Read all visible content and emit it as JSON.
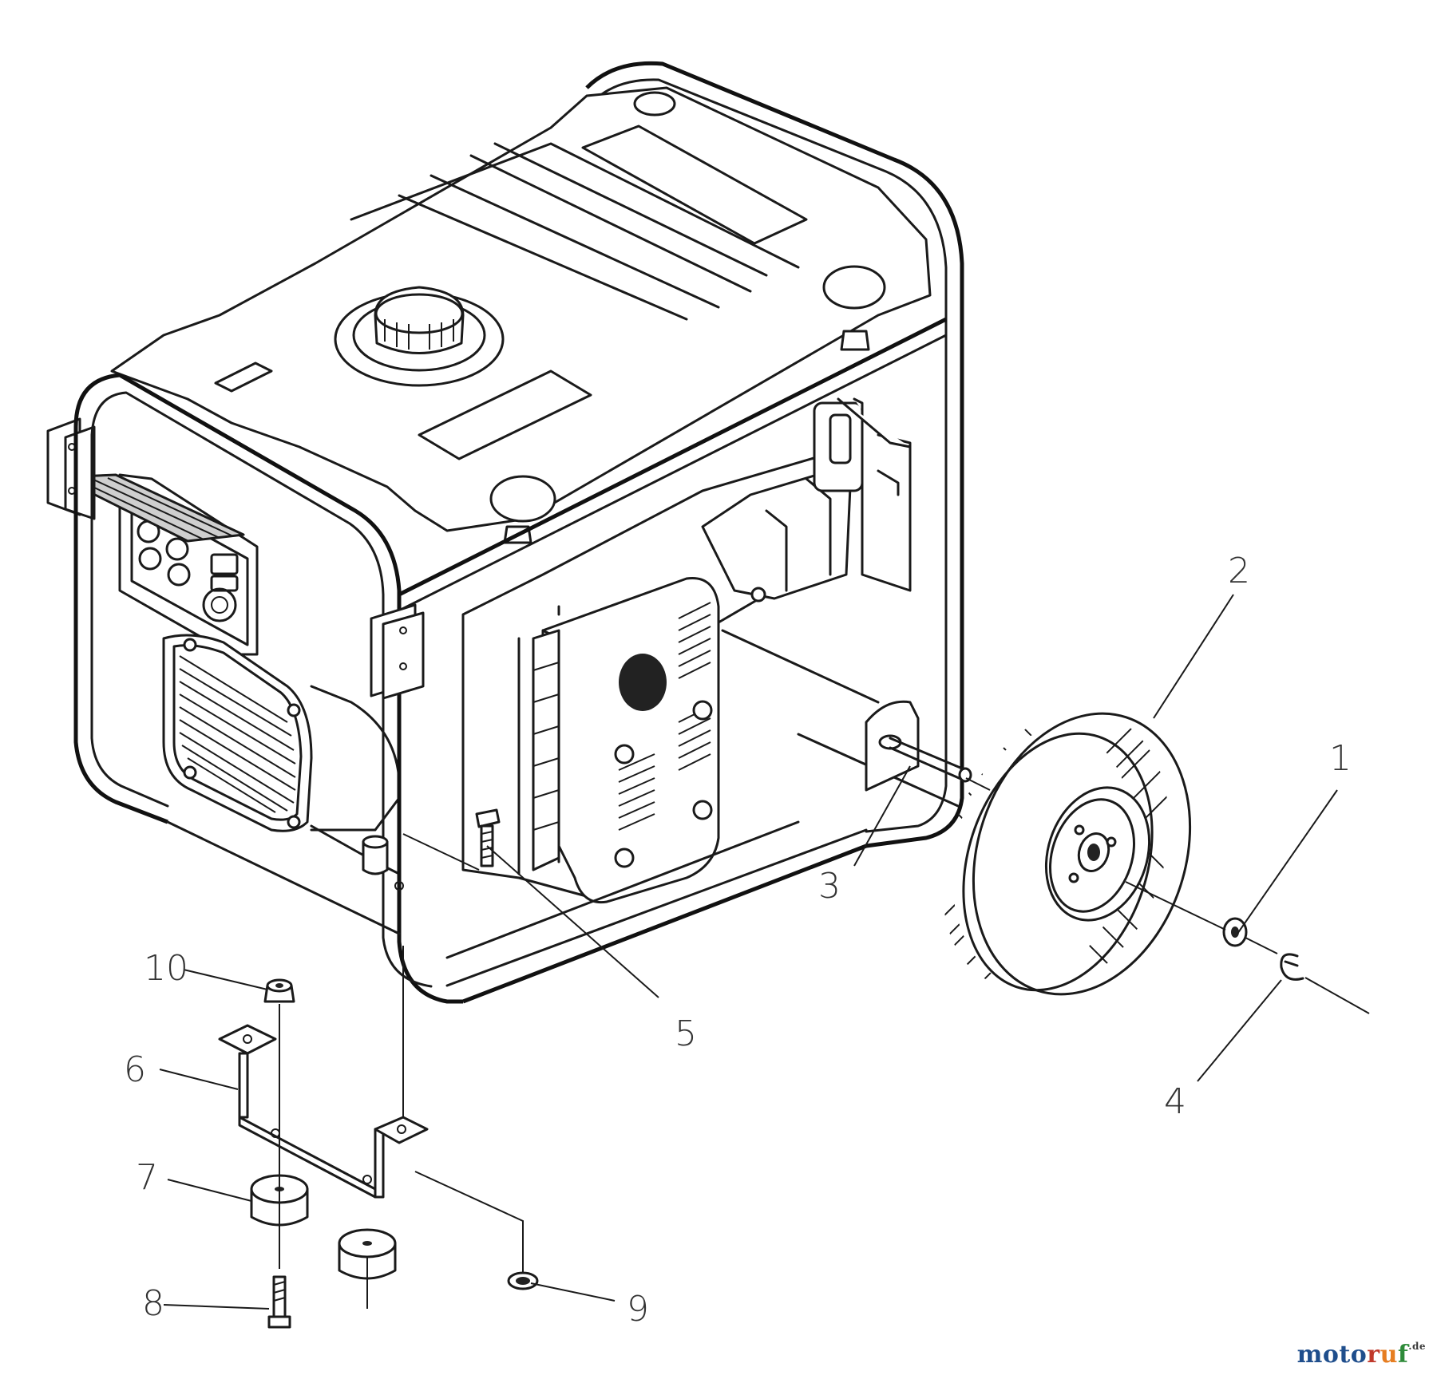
{
  "diagram": {
    "callouts": [
      {
        "id": "1",
        "label": "1"
      },
      {
        "id": "2",
        "label": "2"
      },
      {
        "id": "3",
        "label": "3"
      },
      {
        "id": "4",
        "label": "4"
      },
      {
        "id": "5",
        "label": "5"
      },
      {
        "id": "6",
        "label": "6"
      },
      {
        "id": "7",
        "label": "7"
      },
      {
        "id": "8",
        "label": "8"
      },
      {
        "id": "9",
        "label": "9"
      },
      {
        "id": "10",
        "label": "10"
      }
    ]
  },
  "watermark": {
    "parts": [
      {
        "text": "moto",
        "color": "#1f4e8c"
      },
      {
        "text": "r",
        "color": "#c0392b"
      },
      {
        "text": "u",
        "color": "#e67e22"
      },
      {
        "text": "f",
        "color": "#2e8b3a"
      }
    ],
    "tld": ".de"
  }
}
